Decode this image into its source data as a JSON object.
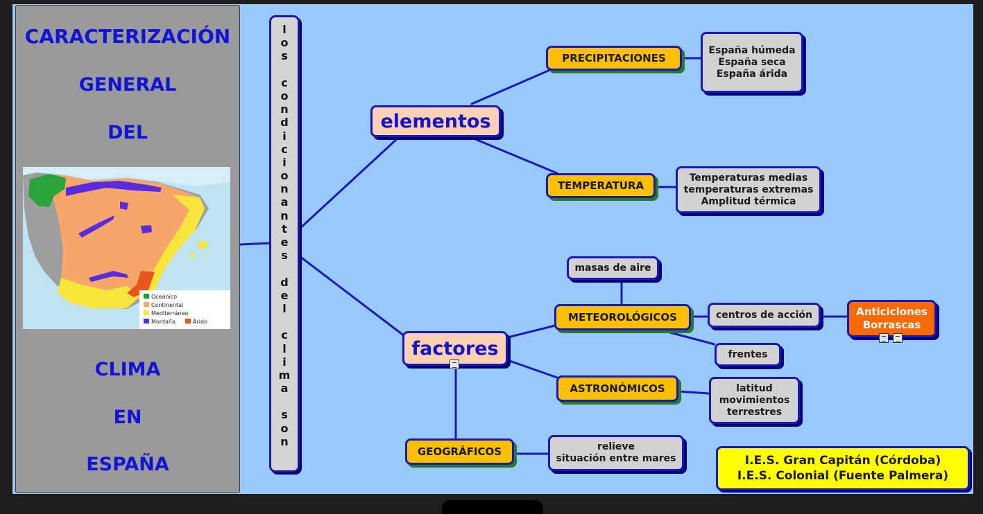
{
  "title": {
    "lines": [
      "CARACTERIZACIÓN",
      "GENERAL",
      "DEL",
      "CLIMA",
      "EN",
      "ESPAÑA"
    ]
  },
  "map_legend": [
    {
      "label": "Oceánico",
      "color": "#1f9e2e"
    },
    {
      "label": "Continental",
      "color": "#f7a868"
    },
    {
      "label": "Mediterráneo",
      "color": "#f5e83a"
    },
    {
      "label": "Montaña",
      "color": "#5a2ce0"
    },
    {
      "label": "Árido",
      "color": "#e8561c"
    }
  ],
  "vertical_phrase": [
    "l",
    "o",
    "s",
    " ",
    "c",
    "o",
    "n",
    "d",
    "i",
    "c",
    "i",
    "o",
    "n",
    "a",
    "n",
    "t",
    "e",
    "s",
    " ",
    "d",
    "e",
    "l",
    " ",
    "c",
    "l",
    "i",
    "m",
    "a",
    " ",
    "s",
    "o",
    "n"
  ],
  "nodes": {
    "elementos": "elementos",
    "factores": "factores",
    "precipitaciones": "PRECIPITACIONES",
    "temperatura": "TEMPERATURA",
    "meteorologicos": "METEOROLÓGICOS",
    "astronomicos": "ASTRONÓMICOS",
    "geograficos": "GEOGRÁFICOS",
    "masas_aire": "masas de aire",
    "centros_accion": "centros de acción",
    "frentes": "frentes"
  },
  "leaf_lists": {
    "precipitaciones": [
      "España húmeda",
      "España seca",
      "España árida"
    ],
    "temperatura": [
      "Temperaturas medias",
      "temperaturas extremas",
      "Amplitud térmica"
    ],
    "astronomicos": [
      "latitud",
      "movimientos",
      "terrestres"
    ],
    "geograficos": [
      "relieve",
      "situación entre mares"
    ],
    "centros": [
      "Anticiclones",
      "Borrascas"
    ]
  },
  "credits": [
    "I.E.S. Gran Capitán (Córdoba)",
    "I.E.S. Colonial (Fuente Palmera)"
  ],
  "colors": {
    "canvas": "#99c9fb",
    "link": "#1818b8",
    "title": "#1414d8"
  }
}
